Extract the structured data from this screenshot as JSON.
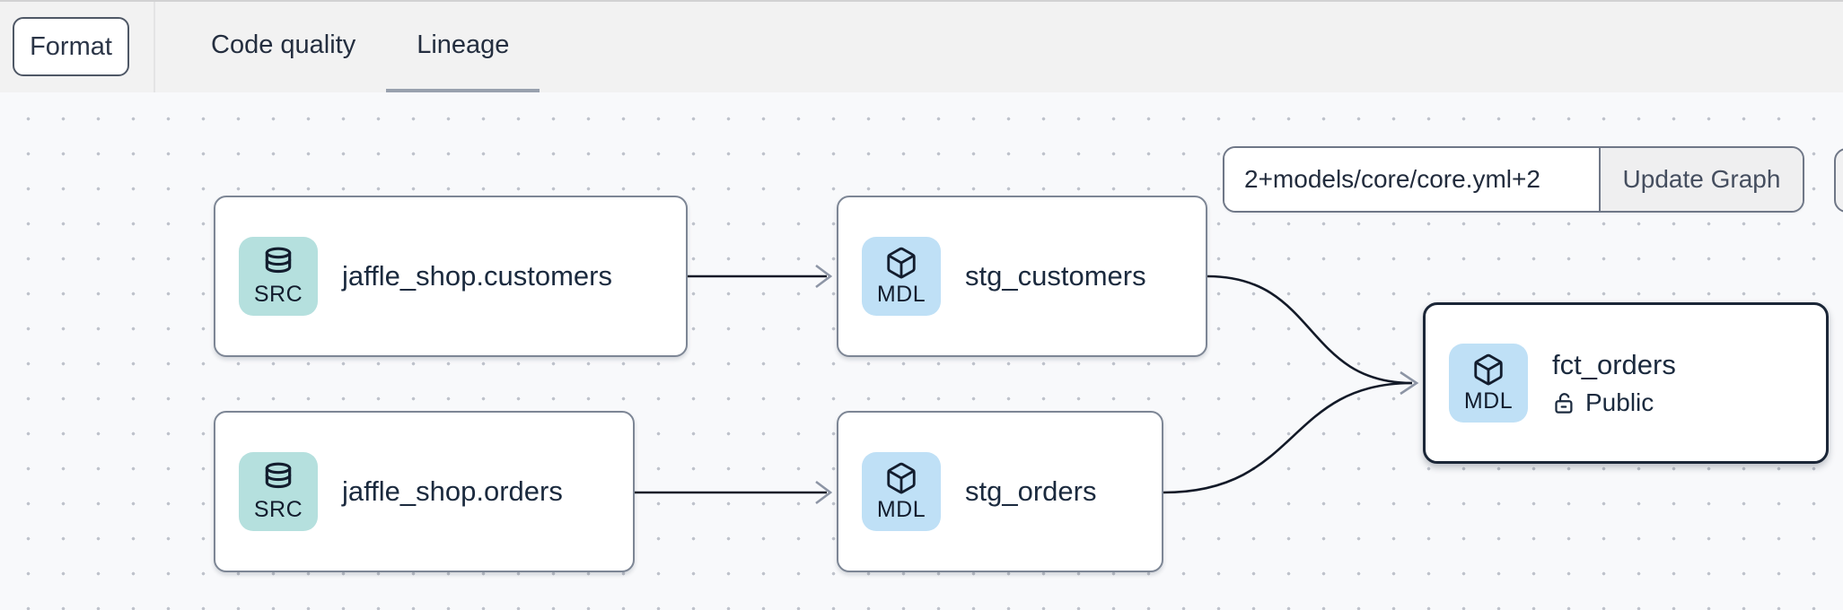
{
  "toolbar": {
    "format_label": "Format",
    "tabs": [
      {
        "label": "Code quality",
        "active": false
      },
      {
        "label": "Lineage",
        "active": true
      }
    ]
  },
  "controls": {
    "selector_value": "2+models/core/core.yml+2",
    "update_button_label": "Update Graph"
  },
  "graph": {
    "nodes": [
      {
        "id": "jaffle_shop.customers",
        "type": "SRC",
        "kind": "source",
        "label": "jaffle_shop.customers"
      },
      {
        "id": "stg_customers",
        "type": "MDL",
        "kind": "model",
        "label": "stg_customers"
      },
      {
        "id": "jaffle_shop.orders",
        "type": "SRC",
        "kind": "source",
        "label": "jaffle_shop.orders"
      },
      {
        "id": "stg_orders",
        "type": "MDL",
        "kind": "model",
        "label": "stg_orders"
      },
      {
        "id": "fct_orders",
        "type": "MDL",
        "kind": "model",
        "label": "fct_orders",
        "access": "Public",
        "selected": true
      }
    ],
    "edges": [
      {
        "from": "jaffle_shop.customers",
        "to": "stg_customers"
      },
      {
        "from": "jaffle_shop.orders",
        "to": "stg_orders"
      },
      {
        "from": "stg_customers",
        "to": "fct_orders"
      },
      {
        "from": "stg_orders",
        "to": "fct_orders"
      }
    ]
  },
  "colors": {
    "accent_src_badge": "#b5e0de",
    "accent_mdl_badge": "#bfe0f6",
    "edge": "#131a28",
    "arrowhead": "#8d95a5",
    "node_border": "#7d8695",
    "selected_node_border": "#1b2637",
    "text_dark": "#1b2a3e",
    "header_bg": "#f2f2f2",
    "canvas_bg": "#f8f9fb"
  }
}
